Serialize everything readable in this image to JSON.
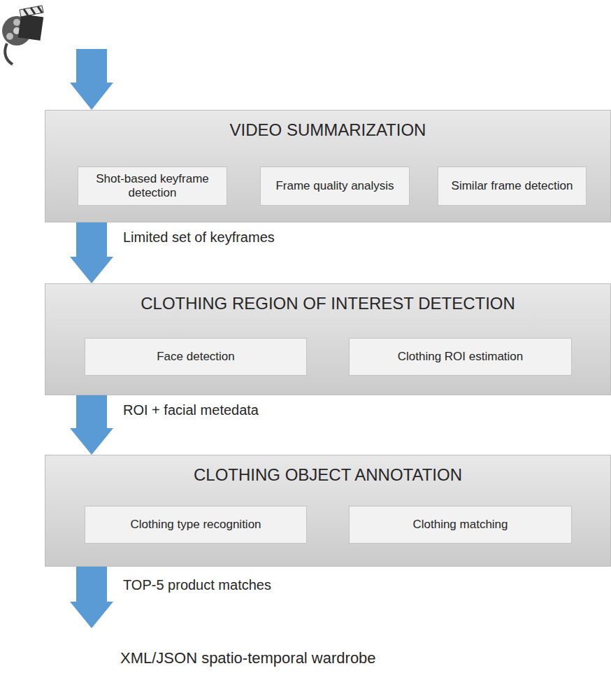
{
  "diagram": {
    "nodes": [
      {
        "text": [
          "VIDEO SUMMARIZATION"
        ]
      },
      {
        "text": [
          "Shot-based keyframe detection"
        ],
        "in": 0
      },
      {
        "text": [
          "Frame quality analysis"
        ],
        "in": 0
      },
      {
        "text": [
          "Similar frame detection"
        ],
        "in": 0
      },
      {
        "text": [
          "CLOTHING REGION OF INTEREST DETECTION"
        ]
      },
      {
        "text": [
          "Face detection"
        ],
        "in": 4
      },
      {
        "text": [
          "Clothing ROI estimation"
        ],
        "in": 4
      },
      {
        "text": [
          "CLOTHING OBJECT ANNOTATION"
        ]
      },
      {
        "text": [
          "Clothing type recognition"
        ],
        "in": 7
      },
      {
        "text": [
          "Clothing matching"
        ],
        "in": 7
      }
    ],
    "edges": [
      {
        "from": 0,
        "to": 4,
        "arrow": "to",
        "label": "Limited set of keyframes"
      },
      {
        "from": 4,
        "to": 7,
        "arrow": "to",
        "label": "ROI + facial metedata"
      }
    ],
    "labels": [
      "TOP-5 product matches",
      "XML/JSON spatio-temporal wardrobe"
    ]
  }
}
